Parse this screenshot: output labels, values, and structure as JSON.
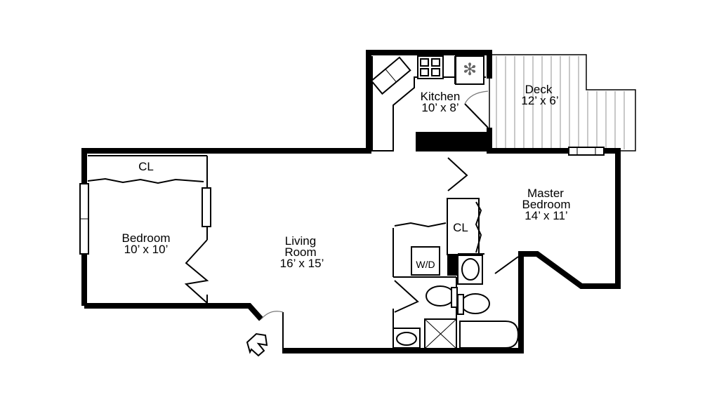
{
  "rooms": {
    "kitchen": {
      "name": "Kitchen",
      "size": "10’ x 8’"
    },
    "deck": {
      "name": "Deck",
      "size": "12’ x 6’"
    },
    "bedroom": {
      "name": "Bedroom",
      "size": "10’ x 10’"
    },
    "living": {
      "name": "Living",
      "name2": "Room",
      "size": "16’ x 15’"
    },
    "master": {
      "name": "Master",
      "name2": "Bedroom",
      "size": "14’ x 11’"
    }
  },
  "closets": {
    "bedroom": "CL",
    "master": "CL"
  },
  "laundry": "W/D",
  "colors": {
    "wall": "#000000",
    "deck_hatch": "#c8c8c8"
  }
}
